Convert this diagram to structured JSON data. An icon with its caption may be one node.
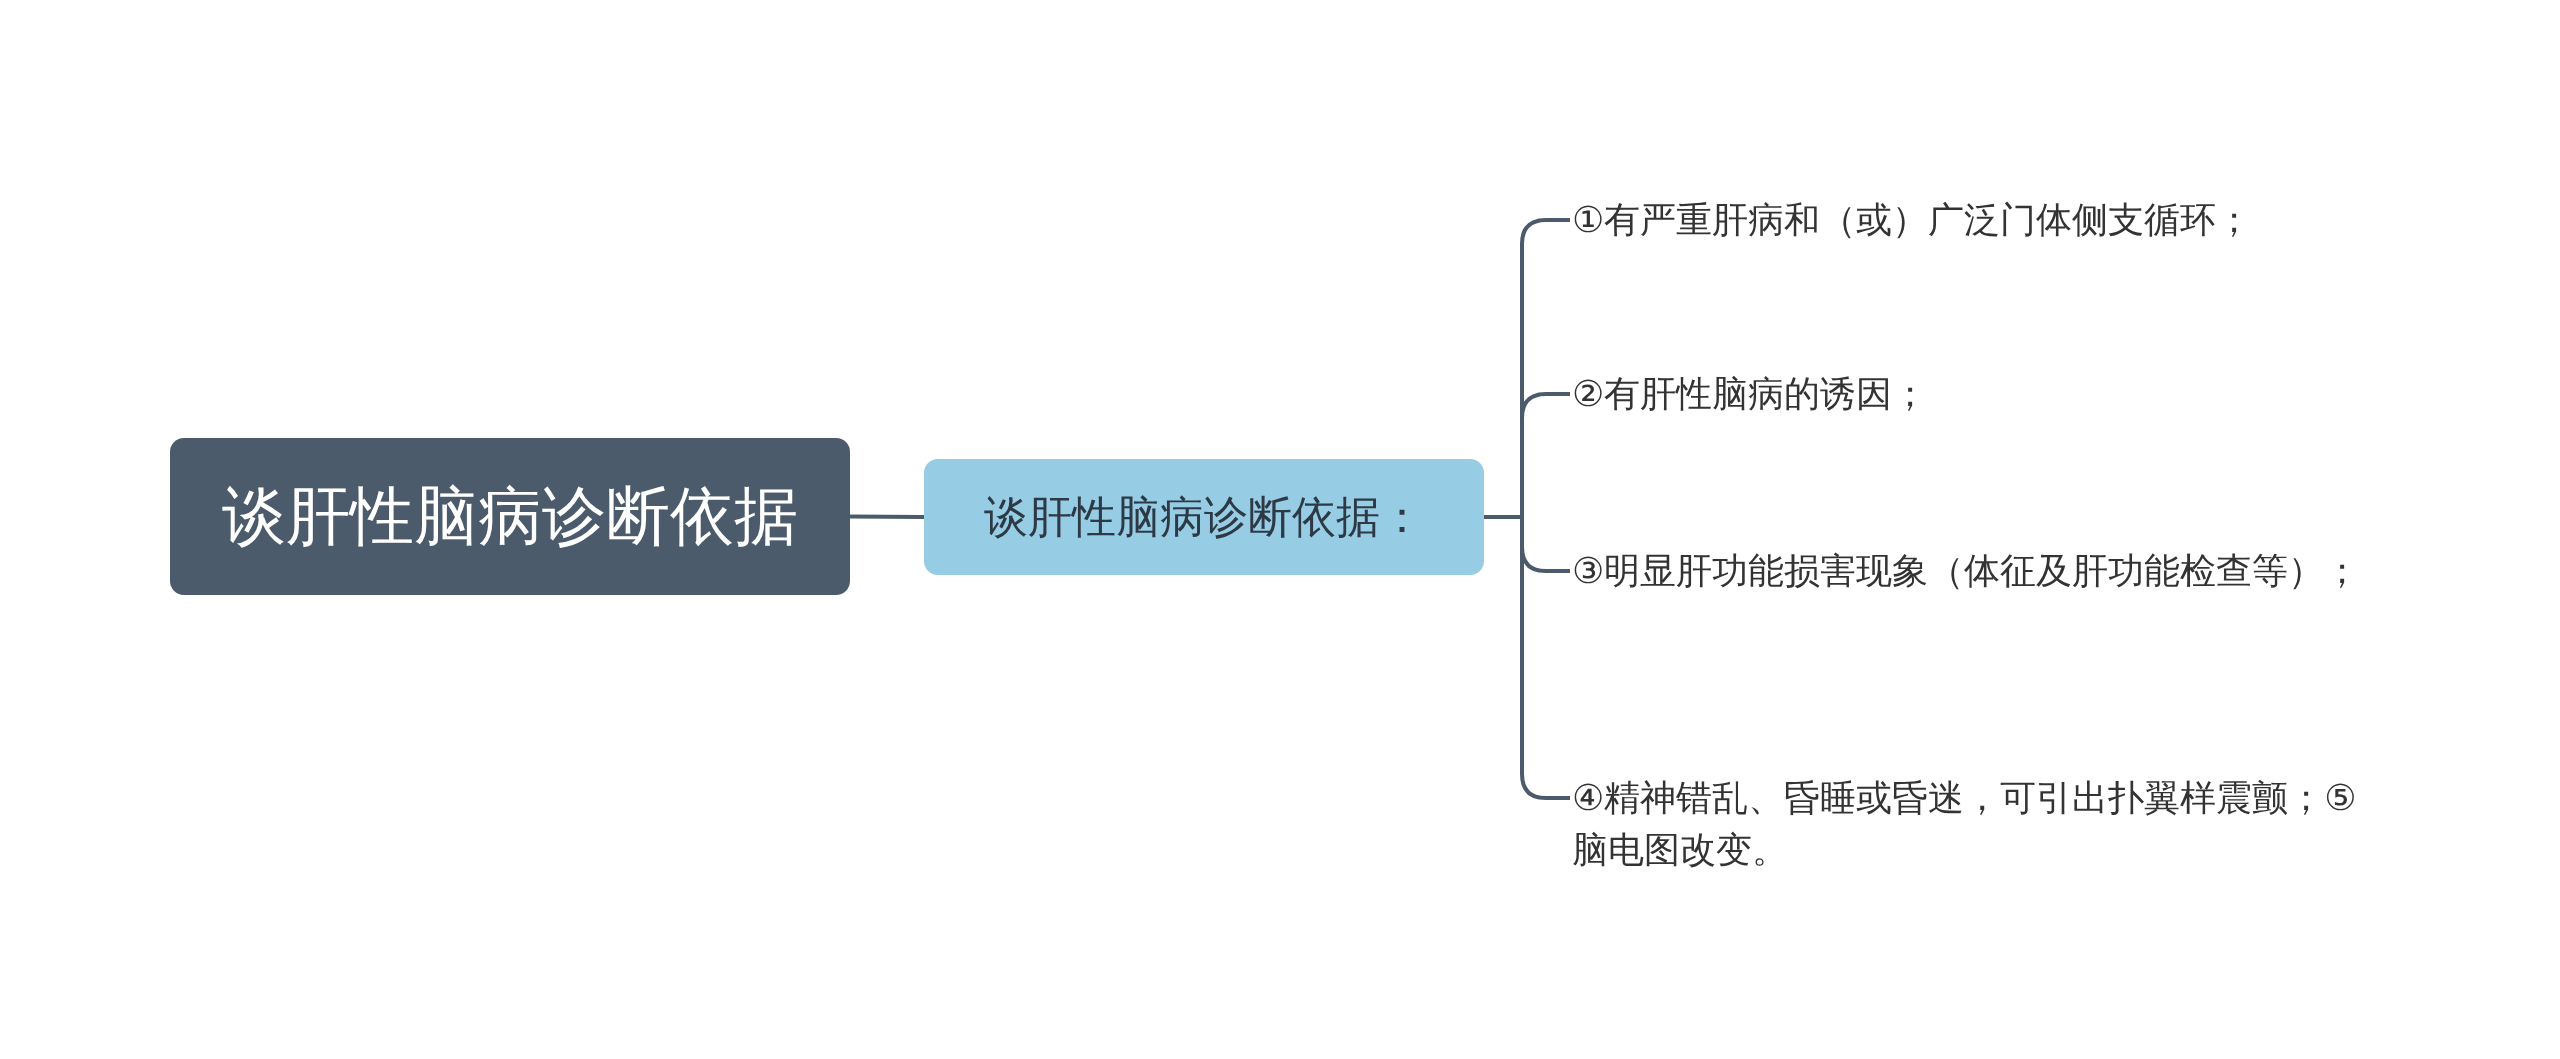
{
  "diagram": {
    "nodes": [
      {
        "text": [
          "谈肝性脑病诊断依据"
        ]
      },
      {
        "text": [
          "谈肝性脑病诊断依据："
        ]
      },
      {
        "text": [
          "①有严重肝病和（或）广泛门体侧支循环；"
        ]
      },
      {
        "text": [
          "②有肝性脑病的诱因；"
        ]
      },
      {
        "text": [
          "③明显肝功能损害现象（体征及肝功能检查等）；"
        ]
      },
      {
        "text": [
          "④精神错乱、昏睡或昏迷，可引出扑翼样震颤；⑤脑电图改变。"
        ]
      }
    ],
    "edges": [
      {
        "from": 0,
        "to": 1,
        "arrow": "none"
      },
      {
        "from": 1,
        "to": 2,
        "arrow": "none"
      },
      {
        "from": 1,
        "to": 3,
        "arrow": "none"
      },
      {
        "from": 1,
        "to": 4,
        "arrow": "none"
      },
      {
        "from": 1,
        "to": 5,
        "arrow": "none"
      }
    ]
  }
}
